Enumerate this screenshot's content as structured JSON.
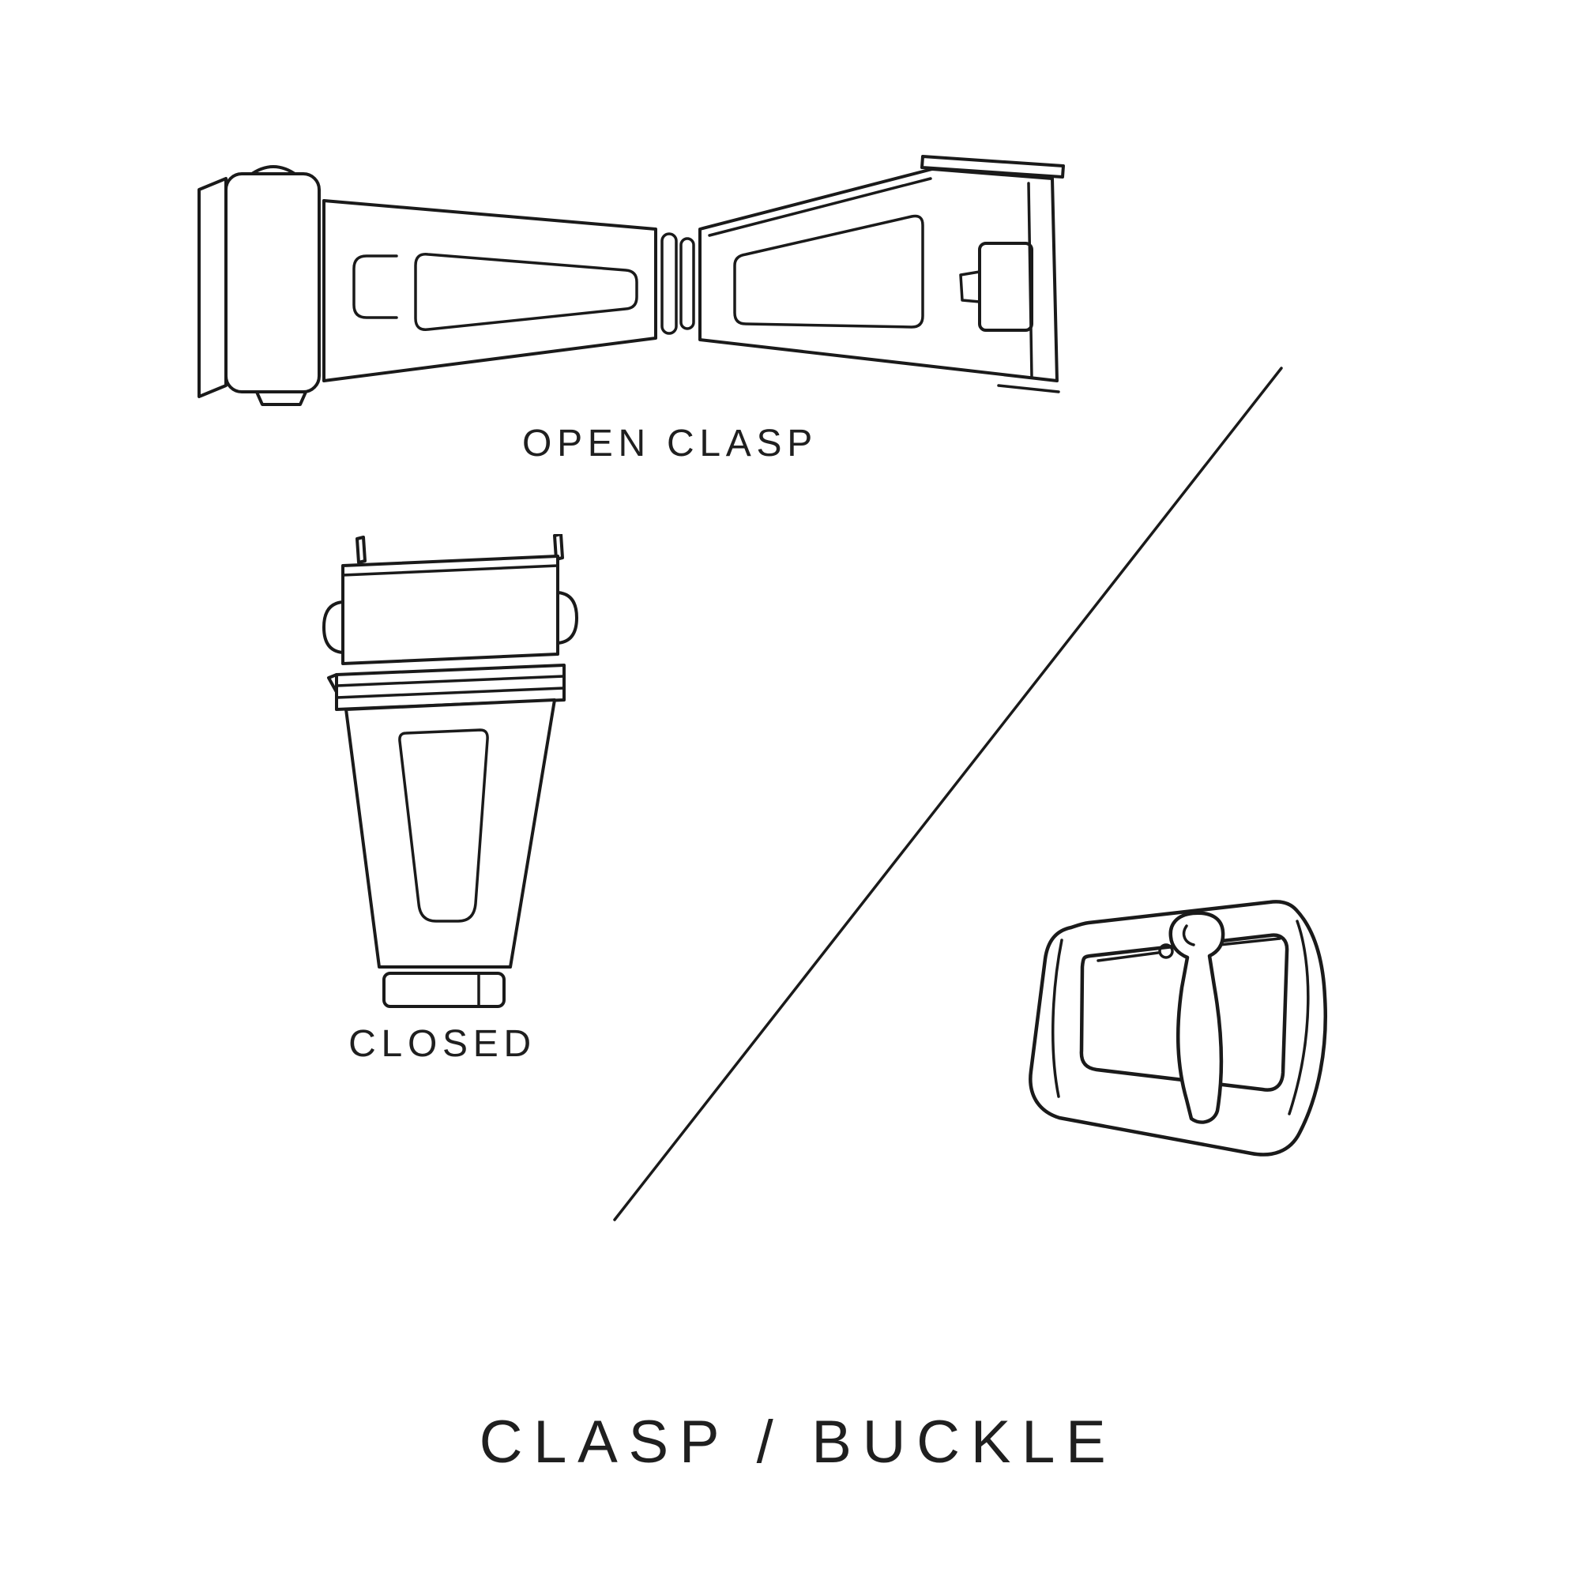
{
  "page": {
    "title": "CLASP / BUCKLE",
    "background_color": "#ffffff",
    "line_color": "#1a1a1a",
    "text_color": "#1f1f1f"
  },
  "labels": {
    "open_clasp": "OPEN CLASP",
    "closed": "CLOSED"
  },
  "illustrations": {
    "open_clasp": "open-deployant-clasp-line-drawing",
    "closed_clasp": "closed-clasp-line-drawing",
    "tang_buckle": "tang-buckle-line-drawing",
    "divider": "diagonal-separator-line"
  }
}
